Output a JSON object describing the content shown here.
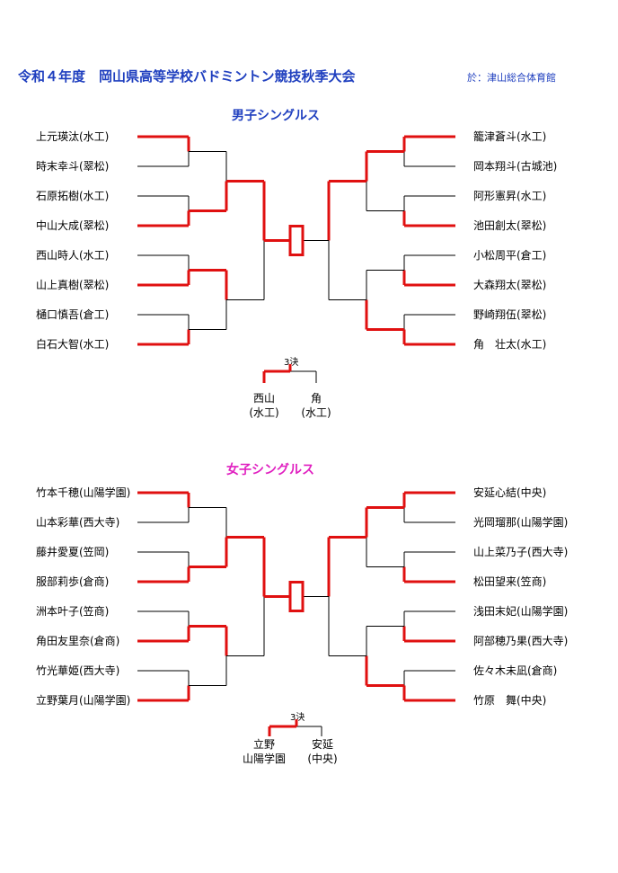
{
  "header": {
    "title": "令和４年度　岡山県高等学校バドミントン競技秋季大会",
    "venue": "於：津山総合体育館"
  },
  "mens": {
    "title": "男子シングルス",
    "left_players": [
      "上元瑛汰(水工)",
      "時末幸斗(翠松)",
      "石原拓樹(水工)",
      "中山大成(翠松)",
      "西山時人(水工)",
      "山上真樹(翠松)",
      "樋口慎吾(倉工)",
      "白石大智(水工)"
    ],
    "right_players": [
      "籠津蒼斗(水工)",
      "岡本翔斗(古城池)",
      "阿形憲昇(水工)",
      "池田創太(翠松)",
      "小松周平(倉工)",
      "大森翔太(翠松)",
      "野崎翔伍(翠松)",
      "角　壮太(水工)"
    ],
    "third_place": {
      "label": "3決",
      "left_name": "西山",
      "left_school": "(水工)",
      "right_name": "角",
      "right_school": "(水工)"
    }
  },
  "womens": {
    "title": "女子シングルス",
    "left_players": [
      "竹本千穂(山陽学園)",
      "山本彩華(西大寺)",
      "藤井愛夏(笠岡)",
      "服部莉歩(倉商)",
      "洲本叶子(笠商)",
      "角田友里奈(倉商)",
      "竹光華姫(西大寺)",
      "立野葉月(山陽学園)"
    ],
    "right_players": [
      "安延心結(中央)",
      "光岡瑠那(山陽学園)",
      "山上菜乃子(西大寺)",
      "松田望来(笠商)",
      "浅田末妃(山陽学園)",
      "阿部穂乃果(西大寺)",
      "佐々木未凪(倉商)",
      "竹原　舞(中央)"
    ],
    "third_place": {
      "label": "3決",
      "left_name": "立野",
      "left_school": "山陽学園",
      "right_name": "安延",
      "right_school": "(中央)"
    }
  },
  "colors": {
    "win": "#e01010",
    "line": "#000000",
    "title": "#1f3fbf",
    "womens_title": "#e020c0"
  }
}
